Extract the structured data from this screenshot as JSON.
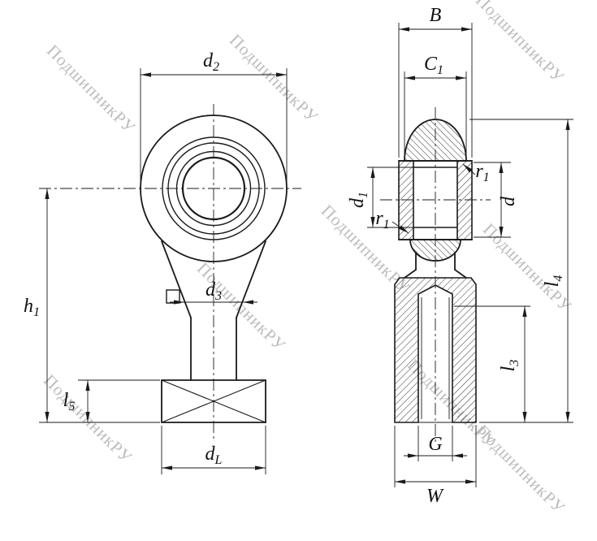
{
  "watermark": {
    "text": "ПодшипникРУ"
  },
  "colors": {
    "line": "#1a1a1a",
    "watermark": "#bcbcbc",
    "background": "#ffffff"
  },
  "labels": {
    "d2": {
      "base": "d",
      "sub": "2"
    },
    "B": {
      "base": "B",
      "sub": ""
    },
    "C1": {
      "base": "C",
      "sub": "1"
    },
    "d1": {
      "base": "d",
      "sub": "1"
    },
    "r1": {
      "base": "r",
      "sub": "1"
    },
    "d": {
      "base": "d",
      "sub": ""
    },
    "h1": {
      "base": "h",
      "sub": "1"
    },
    "d3": {
      "base": "d",
      "sub": "3"
    },
    "l5": {
      "base": "l",
      "sub": "5"
    },
    "dL": {
      "base": "d",
      "sub": "L"
    },
    "l4": {
      "base": "l",
      "sub": "4"
    },
    "l3": {
      "base": "l",
      "sub": "3"
    },
    "G": {
      "base": "G",
      "sub": ""
    },
    "W": {
      "base": "W",
      "sub": ""
    }
  }
}
